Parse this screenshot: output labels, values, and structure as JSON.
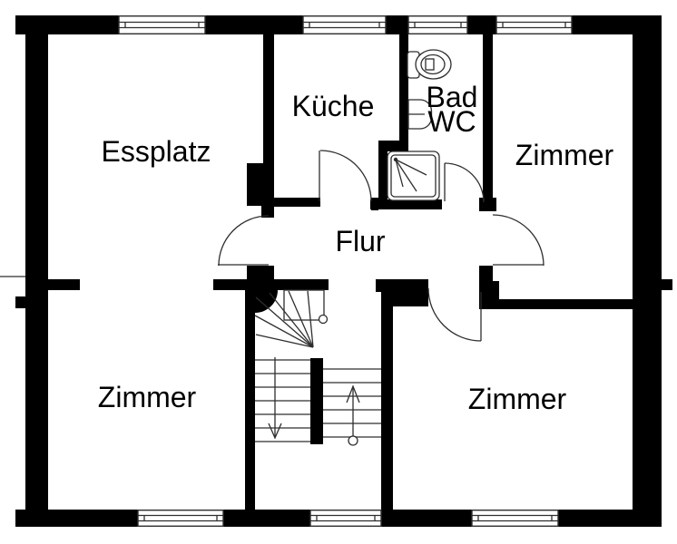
{
  "floorplan": {
    "colors": {
      "background": "#ffffff",
      "wall": "#000000",
      "line": "#2e2e2e"
    },
    "rooms": {
      "essplatz": {
        "label": "Essplatz"
      },
      "kueche": {
        "label": "Küche"
      },
      "bad": {
        "label_line1": "Bad",
        "label_line2": "WC"
      },
      "flur": {
        "label": "Flur"
      },
      "zimmer_top_right": {
        "label": "Zimmer"
      },
      "zimmer_bottom_left": {
        "label": "Zimmer"
      },
      "zimmer_bottom_right": {
        "label": "Zimmer"
      }
    }
  }
}
